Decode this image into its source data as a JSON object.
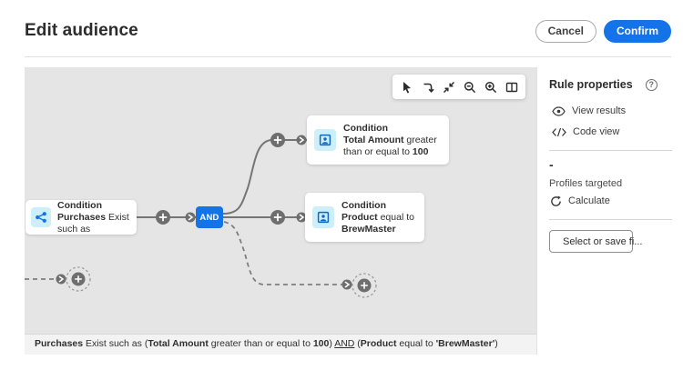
{
  "header": {
    "title": "Edit audience",
    "cancel_label": "Cancel",
    "confirm_label": "Confirm"
  },
  "toolbar": {
    "buttons": [
      "select-tool",
      "rearrange-tool",
      "collapse-tool",
      "zoom-out",
      "zoom-in",
      "minimap-toggle"
    ]
  },
  "canvas": {
    "nodes": {
      "root": {
        "title": "Condition",
        "icon": "share-icon",
        "desc": [
          {
            "t": "Purchases",
            "b": 1
          },
          {
            "t": " Exist such as",
            "b": 0
          }
        ]
      },
      "operator": {
        "label": "AND"
      },
      "cond_amount": {
        "title": "Condition",
        "icon": "attribute-icon",
        "desc": [
          {
            "t": "Total Amount",
            "b": 1
          },
          {
            "t": " greater than or equal to ",
            "b": 0
          },
          {
            "t": "100",
            "b": 1
          }
        ]
      },
      "cond_product": {
        "title": "Condition",
        "icon": "attribute-icon",
        "desc": [
          {
            "t": "Product",
            "b": 1
          },
          {
            "t": " equal to ",
            "b": 0
          },
          {
            "t": "BrewMaster",
            "b": 1
          }
        ]
      }
    },
    "summary": [
      {
        "t": "Purchases",
        "b": 1
      },
      {
        "t": " Exist such as (",
        "b": 0
      },
      {
        "t": "Total Amount",
        "b": 1
      },
      {
        "t": " greater than or equal to ",
        "b": 0
      },
      {
        "t": "100",
        "b": 1
      },
      {
        "t": ") ",
        "b": 0
      },
      {
        "t": "AND",
        "b": 0,
        "u": 1
      },
      {
        "t": " (",
        "b": 0
      },
      {
        "t": "Product",
        "b": 1
      },
      {
        "t": " equal to ",
        "b": 0
      },
      {
        "t": "'BrewMaster'",
        "b": 1
      },
      {
        "t": ")",
        "b": 0
      }
    ]
  },
  "sidebar": {
    "title": "Rule properties",
    "help_glyph": "?",
    "actions": [
      {
        "label": "View results",
        "icon": "eye-icon"
      },
      {
        "label": "Code view",
        "icon": "code-icon"
      }
    ],
    "estimate_value": "-",
    "profiles_label": "Profiles targeted",
    "calculate_label": "Calculate",
    "filter_button_label": "Select or save fi..."
  },
  "colors": {
    "accent": "#1473e6",
    "canvas_bg": "#e5e5e5",
    "node_icon_bg": "#cdeefb",
    "node_icon_fg": "#1473e6",
    "connector": "#757575",
    "circle_button": "#6e6e6e"
  }
}
